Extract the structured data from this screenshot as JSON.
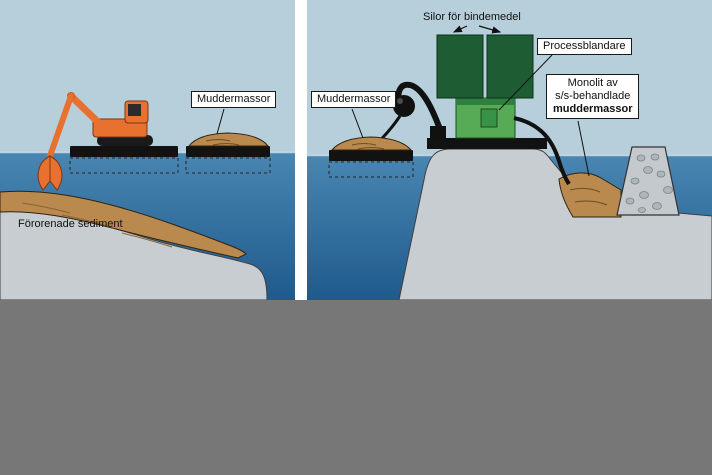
{
  "figure": {
    "left_panel": {
      "muddermassor_label": "Muddermassor",
      "sediment_label": "Förorenade sediment"
    },
    "right_panel": {
      "silos_label": "Silor för bindemedel",
      "mixer_label": "Processblandare",
      "monolith_label_line1": "Monolit av",
      "monolith_label_line2": "s/s-behandlade",
      "monolith_label_line3": "muddermassor",
      "muddermassor_label": "Muddermassor"
    }
  },
  "colors": {
    "sky": "#b7cfda",
    "water_top": "#4a86b2",
    "water_bottom": "#1f5a8c",
    "sediment_brown": "#b9894d",
    "rock_gray": "#c7cdd0",
    "excavator_orange": "#e8712f",
    "silo_green": "#1e5c33",
    "mixer_green": "#57ab57",
    "machine_black": "#121212",
    "footer_gray": "#777777"
  }
}
